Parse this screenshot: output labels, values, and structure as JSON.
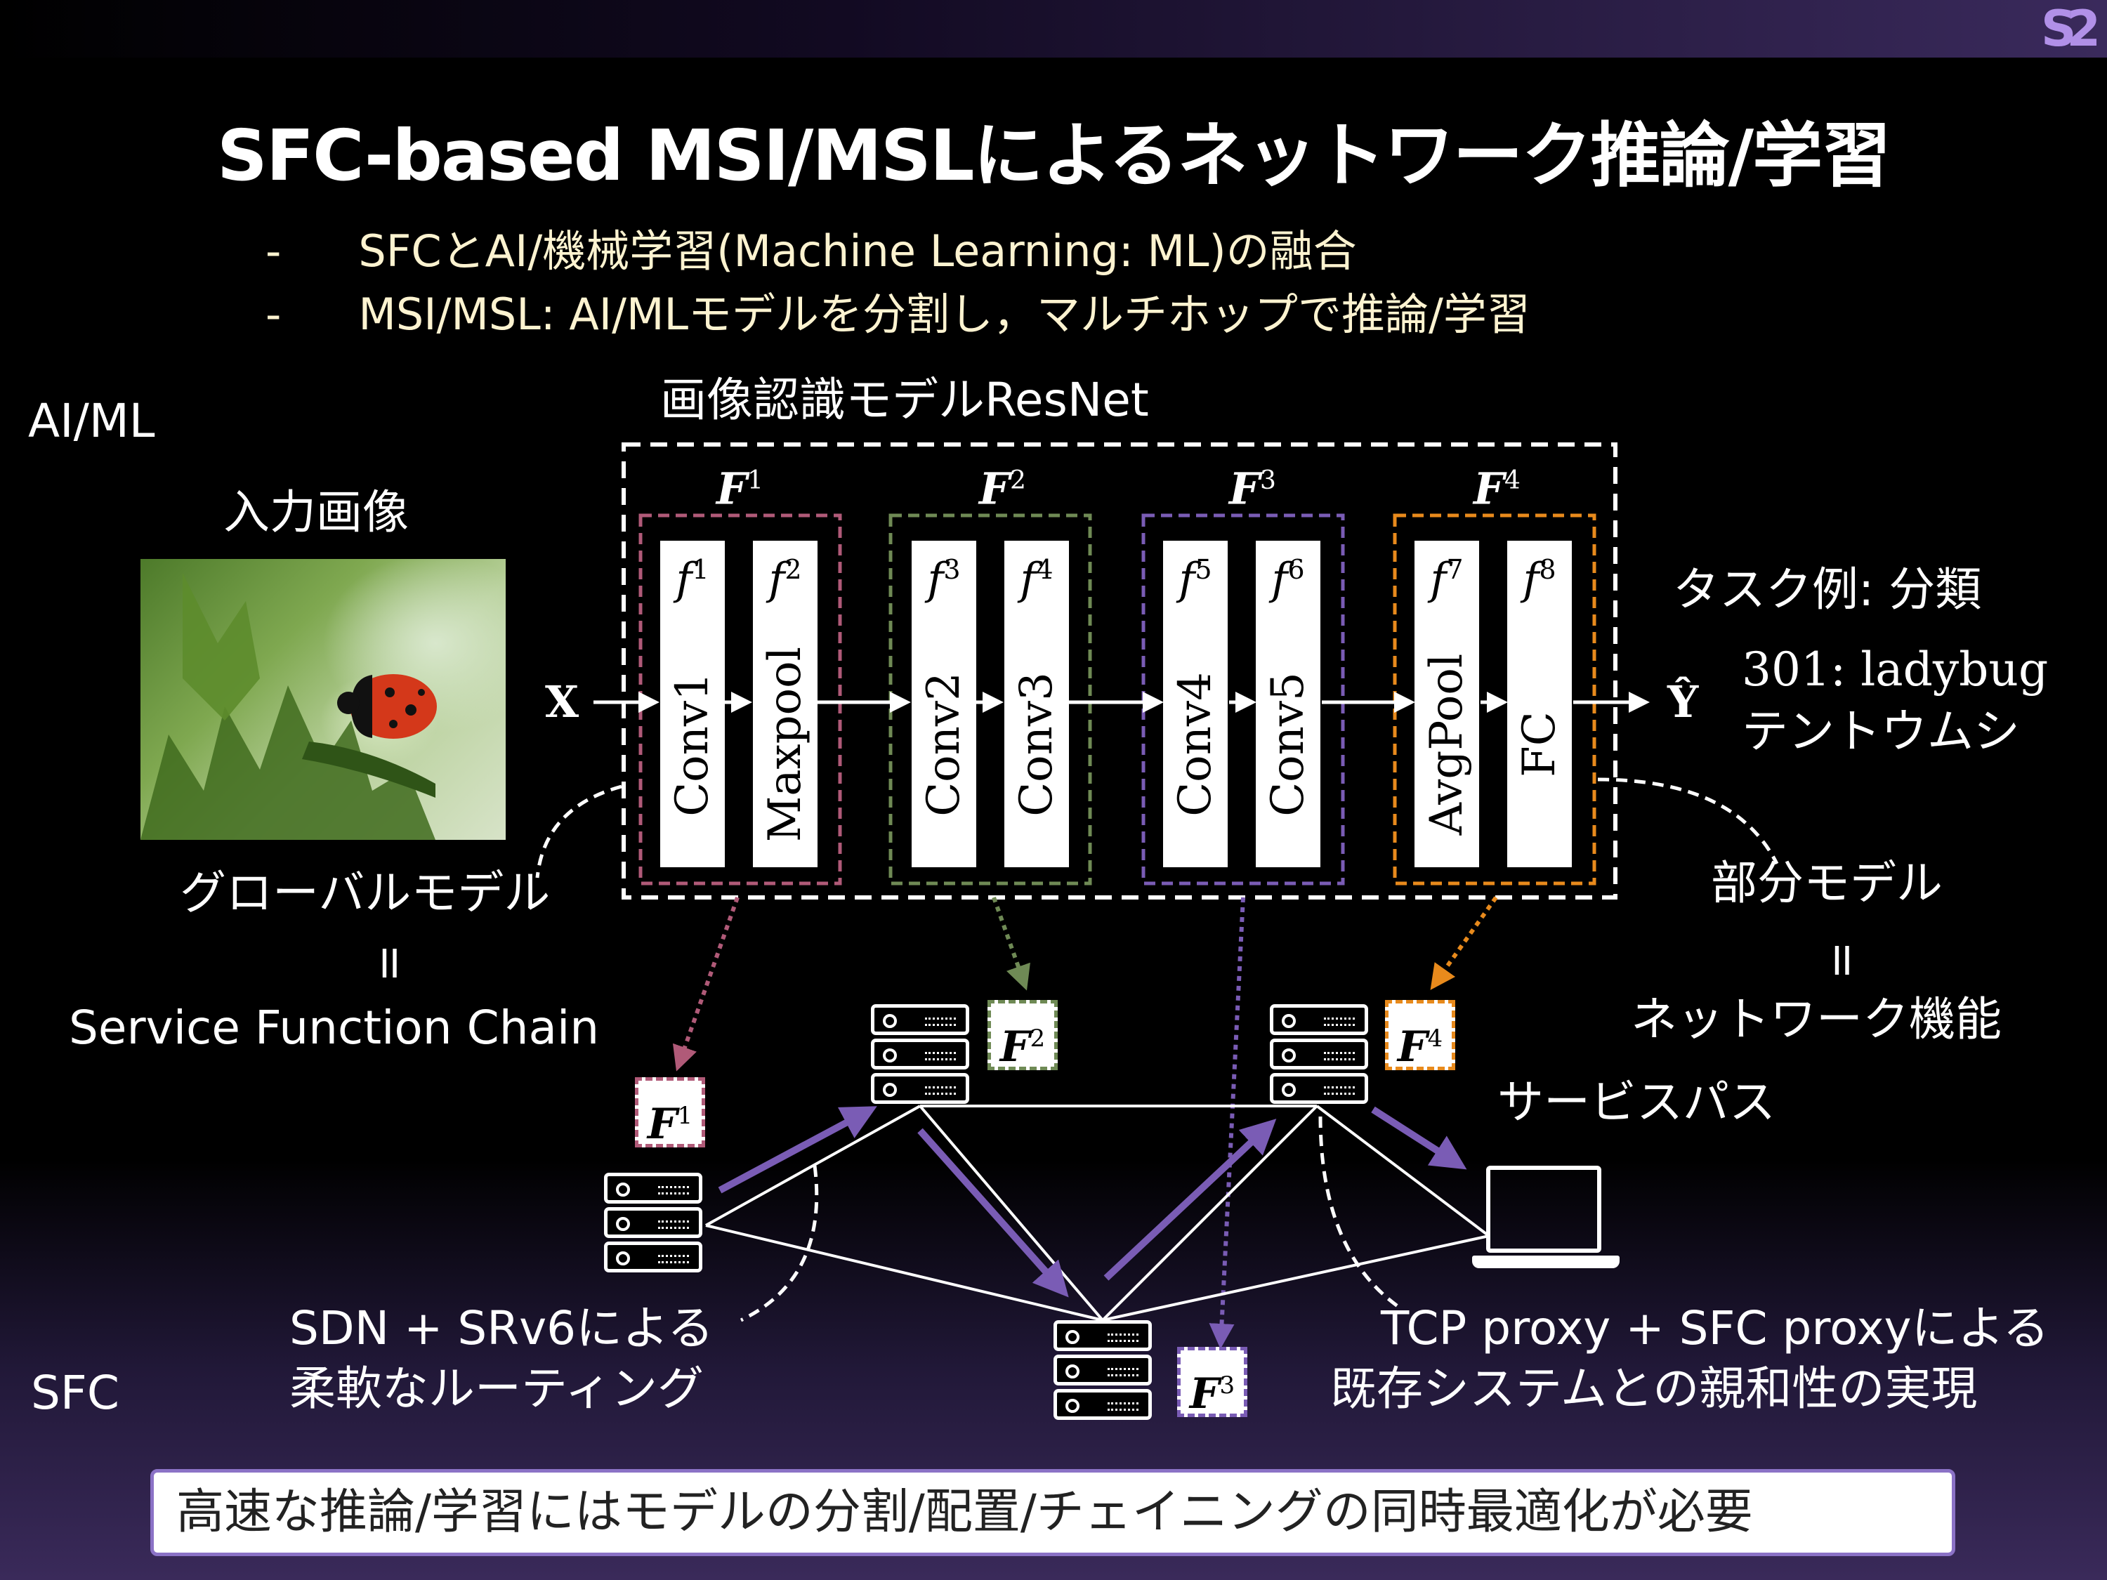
{
  "title": "SFC-based MSI/MSLによるネットワーク推論/学習",
  "bullets": [
    {
      "dash": "-",
      "text": "SFCとAI/機械学習(Machine Learning: ML)の融合"
    },
    {
      "dash": "-",
      "text": "MSI/MSL: AI/MLモデルを分割し，マルチホップで推論/学習"
    }
  ],
  "logo_text": "S2",
  "labels": {
    "ai_ml": "AI/ML",
    "model_name": "画像認識モデルResNet",
    "input_image": "入力画像",
    "task_example": "タスク例: 分類",
    "prediction_en": "301: ladybug",
    "prediction_ja": "テントウムシ",
    "input_symbol": "X",
    "output_symbol": "Ŷ",
    "global_model": "グローバルモデル",
    "equals_left": "॥",
    "sfc_chain": "Service Function Chain",
    "partial_model": "部分モデル",
    "equals_right": "॥",
    "network_function": "ネットワーク機能",
    "service_path": "サービスパス",
    "sdn_line1": "SDN + SRv6による",
    "sdn_line2": "柔軟なルーティング",
    "tcp_line1": "TCP proxy + SFC proxyによる",
    "tcp_line2": "既存システムとの親和性の実現",
    "sfc": "SFC"
  },
  "groups": [
    {
      "label": "F",
      "sup": "1",
      "color": "#b05a78"
    },
    {
      "label": "F",
      "sup": "2",
      "color": "#6f8a55"
    },
    {
      "label": "F",
      "sup": "3",
      "color": "#7a5cb5"
    },
    {
      "label": "F",
      "sup": "4",
      "color": "#e88a1c"
    }
  ],
  "layers": [
    {
      "f": "f",
      "sup": "1",
      "name": "Conv1"
    },
    {
      "f": "f",
      "sup": "2",
      "name": "Maxpool"
    },
    {
      "f": "f",
      "sup": "3",
      "name": "Conv2"
    },
    {
      "f": "f",
      "sup": "4",
      "name": "Conv3"
    },
    {
      "f": "f",
      "sup": "5",
      "name": "Conv4"
    },
    {
      "f": "f",
      "sup": "6",
      "name": "Conv5"
    },
    {
      "f": "f",
      "sup": "7",
      "name": "AvgPool"
    },
    {
      "f": "f",
      "sup": "8",
      "name": "FC"
    }
  ],
  "footer": "高速な推論/学習にはモデルの分割/配置/チェイニングの同時最適化が必要",
  "colors": {
    "path_arrow": "#7a5cb5",
    "footer_border": "#8b72c6",
    "bullet_text": "#fdf3d0"
  }
}
